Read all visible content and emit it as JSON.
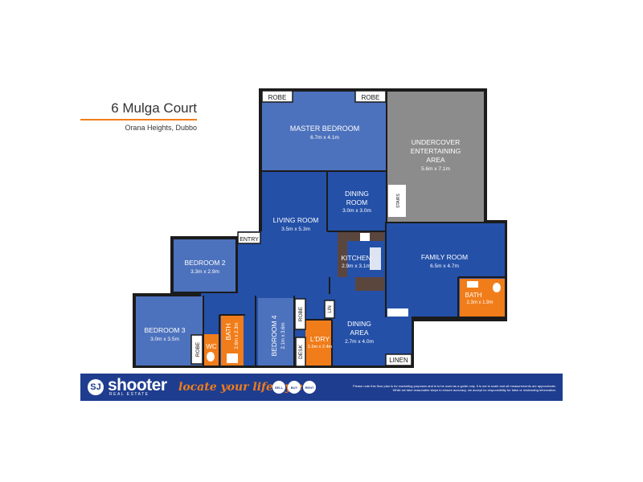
{
  "header": {
    "address": "6 Mulga Court",
    "suburb": "Orana Heights, Dubbo"
  },
  "rooms": {
    "master_bedroom": {
      "name": "MASTER BEDROOM",
      "size": "6.7m x 4.1m"
    },
    "undercover": {
      "name_line1": "UNDERCOVER",
      "name_line2": "ENTERTAINING",
      "name_line3": "AREA",
      "size": "5.6m x 7.1m"
    },
    "dining_room": {
      "name_line1": "DINING",
      "name_line2": "ROOM",
      "size": "3.0m x 3.0m"
    },
    "living_room": {
      "name": "LIVING ROOM",
      "size": "3.5m x 5.3m"
    },
    "kitchen": {
      "name": "KITCHEN",
      "size": "2.9m x 3.1m"
    },
    "family_room": {
      "name": "FAMILY ROOM",
      "size": "6.5m x 4.7m"
    },
    "bedroom2": {
      "name": "BEDROOM 2",
      "size": "3.3m x 2.9m"
    },
    "bedroom3": {
      "name": "BEDROOM 3",
      "size": "3.0m x 3.5m"
    },
    "bedroom4": {
      "name": "BEDROOM 4",
      "size": "2.1m x 3.6m"
    },
    "bath_main": {
      "name": "BATH",
      "size": "2.6m x 2.3m"
    },
    "bath_ensuite": {
      "name": "BATH",
      "size": "2.3m x 1.9m"
    },
    "laundry": {
      "name": "L'DRY",
      "size": "1.5m x 2.4m"
    },
    "dining_area": {
      "name_line1": "DINING",
      "name_line2": "AREA",
      "size": "2.7m x 4.0m"
    },
    "wc": {
      "name": "WC"
    }
  },
  "fixtures": {
    "robe": "ROBE",
    "entry": "ENTRY",
    "stairs": "STAIRS",
    "lin": "LIN",
    "linen": "LINEN",
    "desk": "DESK"
  },
  "footer": {
    "logo_mark": "SJ",
    "brand": "shooter",
    "brand_sub": "REAL ESTATE",
    "tagline": "locate your lifestyle",
    "buttons": [
      "SELL",
      "BUY",
      "RENT"
    ],
    "disclaimer_line1": "Please note this floor plan is for marketing purposes and is to be used as a guide only. It is not to scale and all measurements are approximate.",
    "disclaimer_line2": "While we take reasonable steps to ensure accuracy, we accept no responsibility for false or misleading information."
  },
  "colors": {
    "living_blue": "#2450a8",
    "bedroom_blue": "#4d72bd",
    "outdoor_grey": "#8c8c8c",
    "wet_orange": "#f07d1a",
    "kitchen_brown": "#5b463e",
    "footer_blue": "#1f3d8f"
  }
}
